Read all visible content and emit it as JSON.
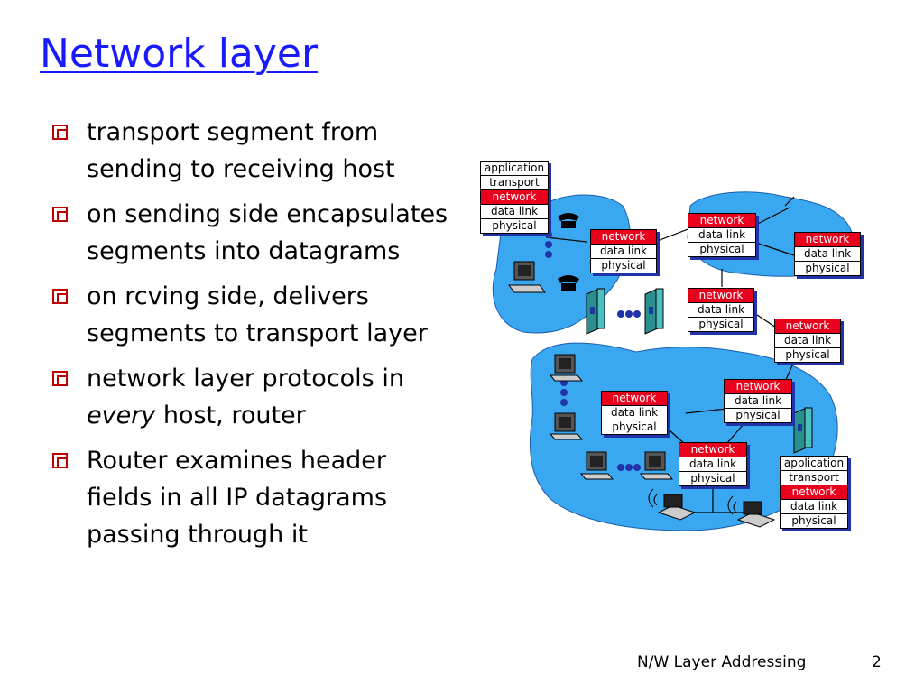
{
  "slide": {
    "title": "Network layer",
    "bullets": [
      {
        "text": "transport segment from sending to receiving host"
      },
      {
        "text": "on sending side encapsulates segments into datagrams"
      },
      {
        "text": "on rcving side, delivers segments to transport layer"
      },
      {
        "pre": "network layer protocols in ",
        "em": "every",
        "post": " host, router"
      },
      {
        "text": "Router examines header fields in all IP datagrams passing through it"
      }
    ],
    "footer": {
      "title": "N/W Layer Addressing",
      "page": "2"
    }
  },
  "diagram": {
    "host_stack": [
      "application",
      "transport",
      "network",
      "data link",
      "physical"
    ],
    "router_stack": [
      "network",
      "data link",
      "physical"
    ],
    "network_layer_color": "#e8001c",
    "cloud_color": "#3aa8f0"
  }
}
